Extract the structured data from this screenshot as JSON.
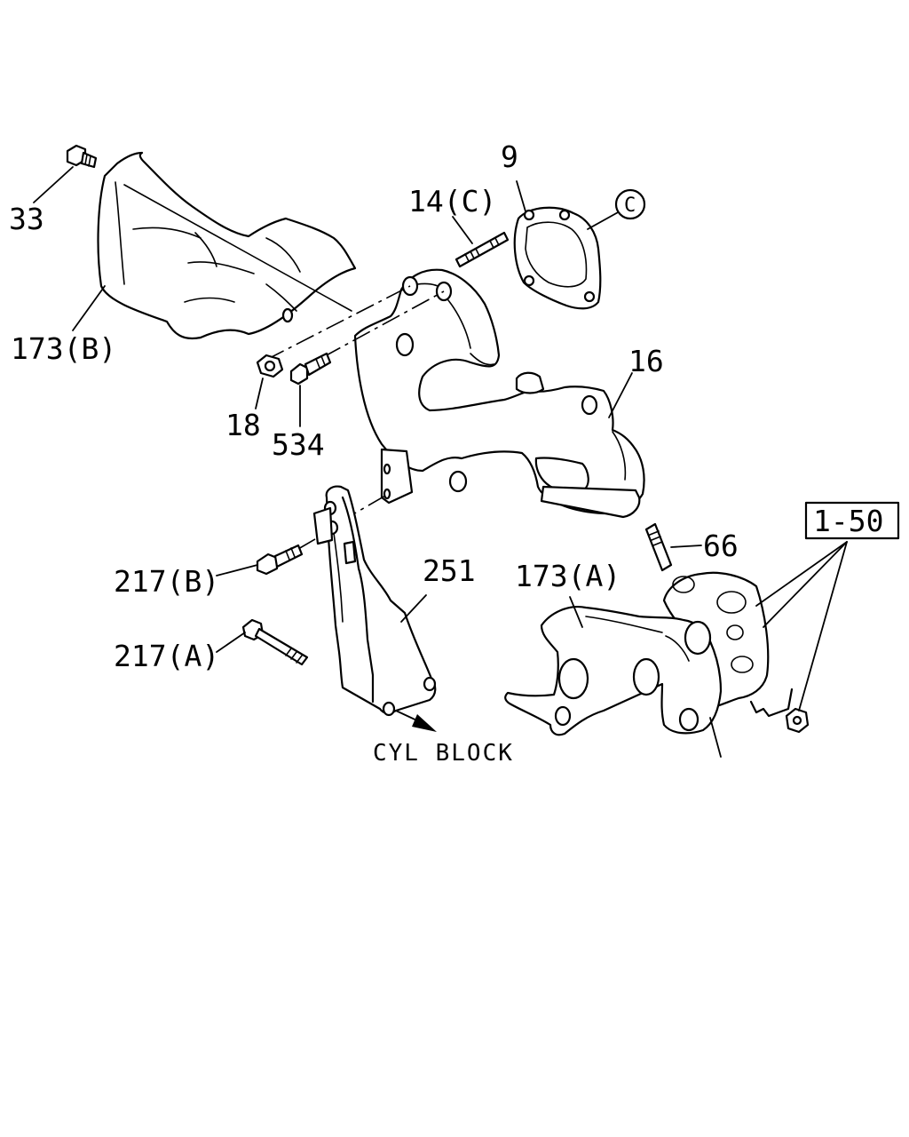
{
  "labels": {
    "p33": "33",
    "p173b": "173(B)",
    "p9": "9",
    "p14c": "14(C)",
    "pc": "C",
    "p18": "18",
    "p534": "534",
    "p16": "16",
    "p66": "66",
    "p150": "1-50",
    "p217b": "217(B)",
    "p251": "251",
    "p173a": "173(A)",
    "p217a": "217(A)",
    "cyl_block": "CYL BLOCK"
  }
}
